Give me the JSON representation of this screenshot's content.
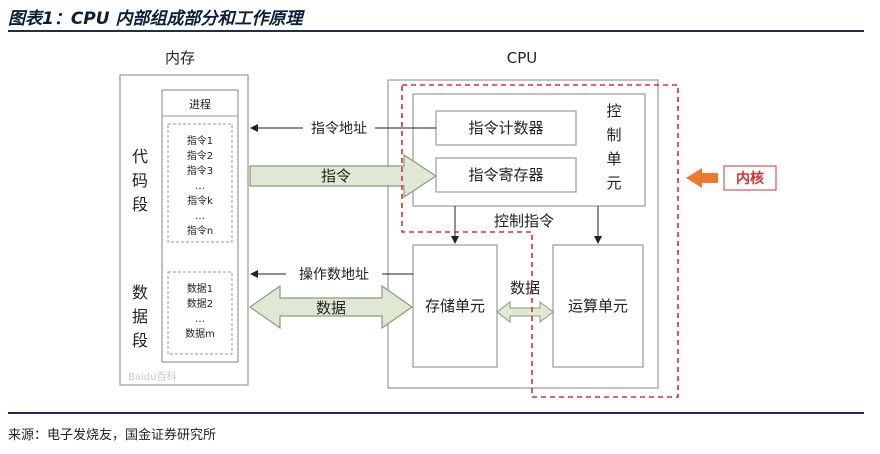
{
  "header": {
    "title": "图表1：CPU 内部组成部分和工作原理"
  },
  "footer": {
    "source": "来源：电子发烧友，国金证券研究所"
  },
  "diagram": {
    "memory": {
      "title": "内存",
      "process_label": "进程",
      "code_segment_label": "代码段",
      "data_segment_label": "数据段",
      "instructions": [
        "指令1",
        "指令2",
        "指令3",
        "…",
        "指令k",
        "…",
        "指令n"
      ],
      "data_items": [
        "数据1",
        "数据2",
        "…",
        "数据m"
      ],
      "watermark": "Baidu百科"
    },
    "cpu": {
      "title": "CPU",
      "control_unit_label": "控制单元",
      "program_counter": "指令计数器",
      "instruction_register": "指令寄存器",
      "storage_unit": "存储单元",
      "alu": "运算单元",
      "control_instruction": "控制指令",
      "data_between": "数据"
    },
    "connections": {
      "instruction_address": "指令地址",
      "instruction": "指令",
      "operand_address": "操作数地址",
      "data": "数据"
    },
    "core_label": "内核",
    "colors": {
      "core_dash": "#d93030",
      "core_arrow": "#ee7b2b",
      "fat_arrow_fill": "#dfe8d3",
      "fat_arrow_stroke": "#8a9a7a"
    }
  }
}
